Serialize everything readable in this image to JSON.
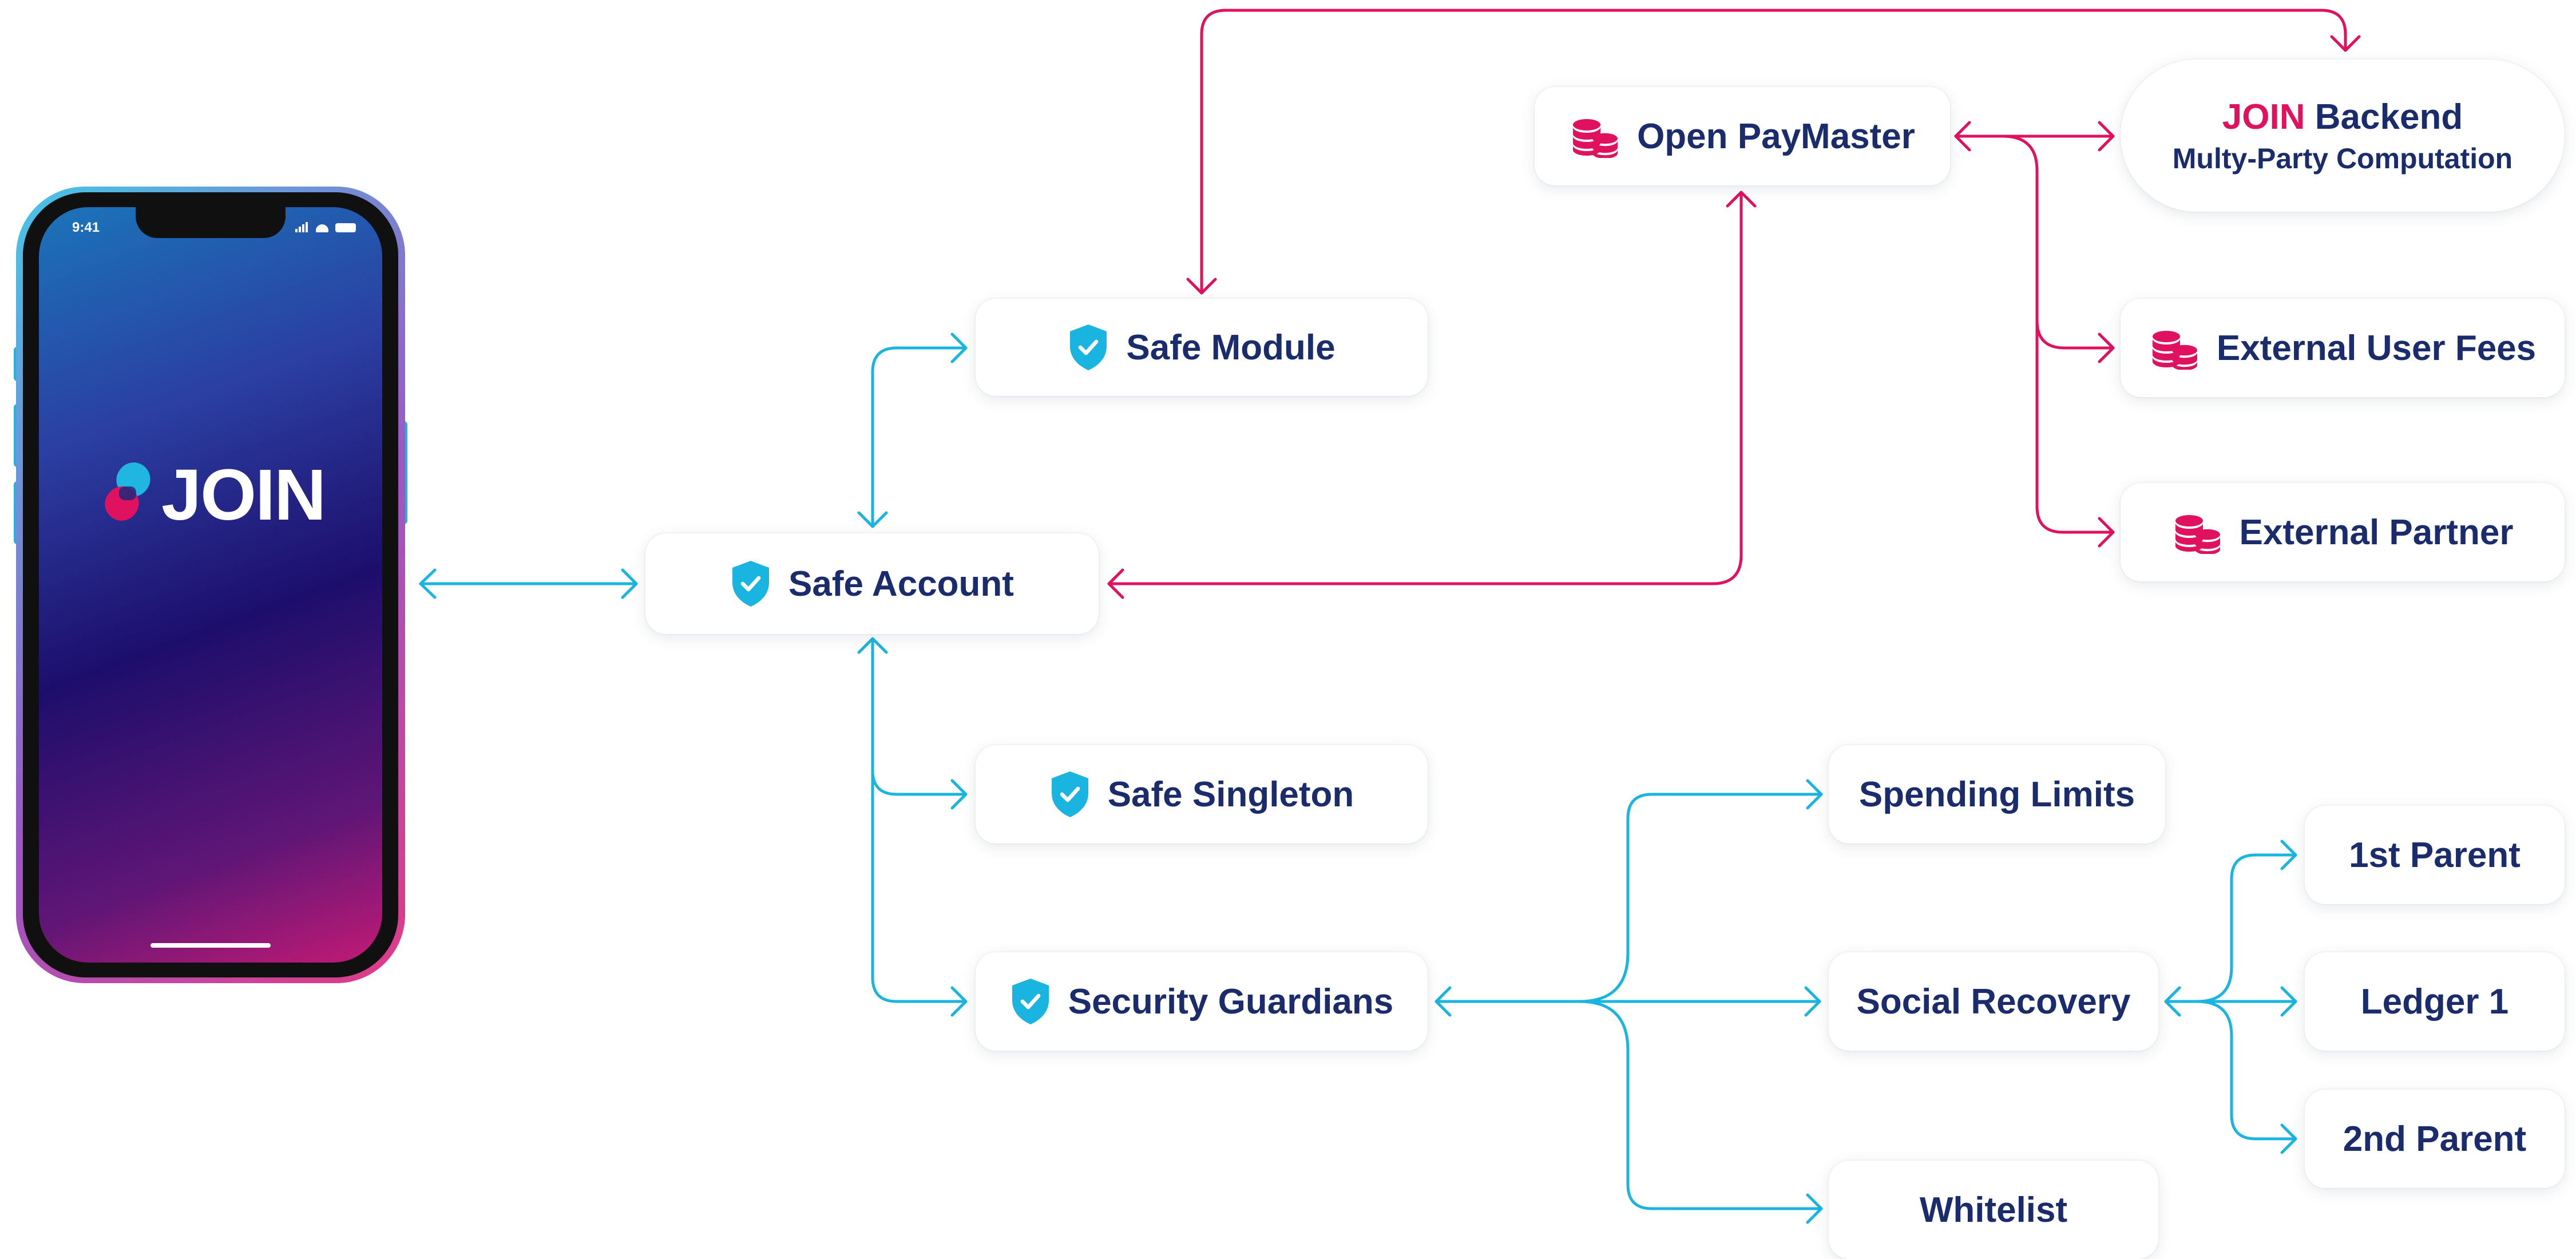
{
  "colors": {
    "cyan": "#1ab4e0",
    "pink": "#e0115f",
    "navy": "#1a2c6b"
  },
  "phone": {
    "time": "9:41",
    "logo": "JOIN"
  },
  "nodes": {
    "safe_account": {
      "label": "Safe Account",
      "icon": "shield-check-icon"
    },
    "safe_module": {
      "label": "Safe Module",
      "icon": "shield-check-icon"
    },
    "safe_singleton": {
      "label": "Safe Singleton",
      "icon": "shield-check-icon"
    },
    "security_guardians": {
      "label": "Security Guardians",
      "icon": "shield-check-icon"
    },
    "open_paymaster": {
      "label": "Open PayMaster",
      "icon": "coins-icon"
    },
    "join_backend": {
      "brand": "JOIN",
      "title": "Backend",
      "subtitle": "Multy-Party Computation"
    },
    "external_user_fees": {
      "label": "External User Fees",
      "icon": "coins-icon"
    },
    "external_partner": {
      "label": "External Partner",
      "icon": "coins-icon"
    },
    "spending_limits": {
      "label": "Spending Limits"
    },
    "social_recovery": {
      "label": "Social Recovery"
    },
    "whitelist": {
      "label": "Whitelist"
    },
    "first_parent": {
      "label": "1st Parent"
    },
    "ledger_1": {
      "label": "Ledger 1"
    },
    "second_parent": {
      "label": "2nd Parent"
    }
  },
  "edges": [
    {
      "from": "phone",
      "to": "safe_account",
      "color": "cyan",
      "direction": "both"
    },
    {
      "from": "safe_account",
      "to": "safe_module",
      "color": "cyan",
      "direction": "both"
    },
    {
      "from": "safe_account",
      "to": "safe_singleton",
      "color": "cyan",
      "direction": "both"
    },
    {
      "from": "safe_account",
      "to": "security_guardians",
      "color": "cyan",
      "direction": "both"
    },
    {
      "from": "security_guardians",
      "to": "spending_limits",
      "color": "cyan",
      "direction": "both"
    },
    {
      "from": "security_guardians",
      "to": "social_recovery",
      "color": "cyan",
      "direction": "both"
    },
    {
      "from": "security_guardians",
      "to": "whitelist",
      "color": "cyan",
      "direction": "both"
    },
    {
      "from": "social_recovery",
      "to": "first_parent",
      "color": "cyan",
      "direction": "both"
    },
    {
      "from": "social_recovery",
      "to": "ledger_1",
      "color": "cyan",
      "direction": "both"
    },
    {
      "from": "social_recovery",
      "to": "second_parent",
      "color": "cyan",
      "direction": "both"
    },
    {
      "from": "join_backend",
      "to": "safe_module",
      "color": "pink",
      "direction": "both"
    },
    {
      "from": "open_paymaster",
      "to": "safe_account",
      "color": "pink",
      "direction": "both"
    },
    {
      "from": "open_paymaster",
      "to": "join_backend",
      "color": "pink",
      "direction": "both"
    },
    {
      "from": "open_paymaster",
      "to": "external_user_fees",
      "color": "pink",
      "direction": "both"
    },
    {
      "from": "open_paymaster",
      "to": "external_partner",
      "color": "pink",
      "direction": "both"
    }
  ]
}
